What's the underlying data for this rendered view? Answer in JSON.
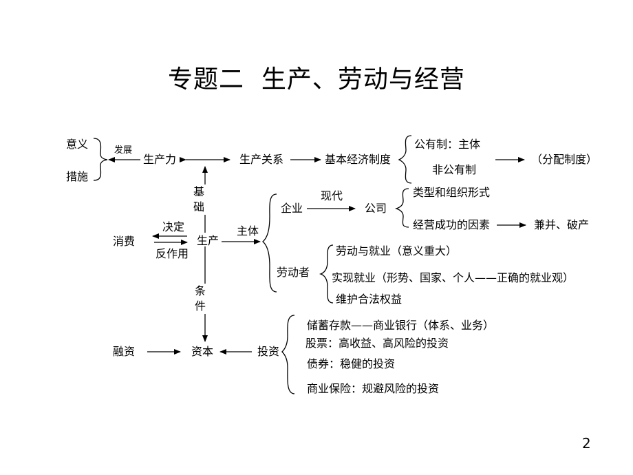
{
  "title": "专题二  生产、劳动与经营",
  "page_number": "2",
  "nodes": {
    "yiyi": "意义",
    "cuoshi": "措施",
    "fazhan": "发展",
    "shengchanli": "生产力",
    "shengchanguanxi": "生产关系",
    "jiben_jingji_zhidu": "基本经济制度",
    "gongyouzhi": "公有制：主体",
    "feigongyouzhi": "非公有制",
    "fenpei_zhidu": "（分配制度）",
    "jichu": "基础",
    "xianfei": "消费",
    "jueding": "决定",
    "fanzuoyong": "反作用",
    "shengchan": "生产",
    "zhuti": "主体",
    "qiye": "企业",
    "xiandai": "现代",
    "gongsi": "公司",
    "leixing": "类型和组织形式",
    "jingying": "经营成功的因素",
    "jianbing": "兼并、破产",
    "laodongzhe": "劳动者",
    "laodong_jiuye": "劳动与就业（意义重大）",
    "shixian_jiuye": "实现就业（形势、国家、个人——正确的就业观）",
    "weihu": "维护合法权益",
    "tiaojian": "条件",
    "rongzi": "融资",
    "ziben": "资本",
    "touzi": "投资",
    "chuxu": "储蓄存款——商业银行（体系、业务）",
    "gupiao": "股票：高收益、高风险的投资",
    "zhaiquan": "债券：稳健的投资",
    "baoxian": "商业保险：规避风险的投资"
  }
}
